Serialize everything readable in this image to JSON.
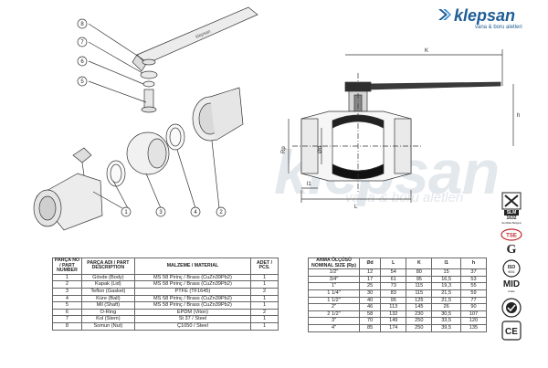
{
  "brand": {
    "name": "klepsan",
    "tagline": "vana & boru aletleri",
    "watermark": "klepsan",
    "watermark_tagline": "vana & boru aletleri",
    "color": "#1f5d96"
  },
  "callouts": [
    "8",
    "7",
    "6",
    "5",
    "1",
    "3",
    "4",
    "2"
  ],
  "dimensions": {
    "K": "K",
    "h": "h",
    "L": "L",
    "Rp": "Rp",
    "d": "Ød",
    "l1": "l1"
  },
  "parts_table": {
    "headers": [
      "PARÇA NO / PART NUMBER",
      "PARÇA ADI / PART DESCRIPTION",
      "MALZEME / MATERIAL",
      "ADET / PCS."
    ],
    "rows": [
      [
        "1",
        "Gövde (Body)",
        "MS 58 Pirinç / Brass (CuZn39Pb2)",
        "1"
      ],
      [
        "2",
        "Kapak (Lid)",
        "MS 58 Pirinç / Brass (CuZn39Pb2)",
        "1"
      ],
      [
        "3",
        "Teflon (Gasket)",
        "PTFE (TF1645)",
        "2"
      ],
      [
        "4",
        "Küre (Ball)",
        "MS 58 Pirinç / Brass (CuZn39Pb2)",
        "1"
      ],
      [
        "5",
        "Mil (Shaft)",
        "MS 58 Pirinç / Brass (CuZn39Pb2)",
        "1"
      ],
      [
        "6",
        "O-Ring",
        "EPDM (Viton)",
        "2"
      ],
      [
        "7",
        "Kol (Stem)",
        "St 37 / Steel",
        "1"
      ],
      [
        "8",
        "Somun (Nut)",
        "Ç1050 / Steel",
        "1"
      ]
    ]
  },
  "sizes_table": {
    "headers": [
      "ANMA ÖLÇÜSÜ NOMINAL SIZE (Rp)",
      "Ød",
      "L",
      "K",
      "l1",
      "h"
    ],
    "rows": [
      [
        "1/2\"",
        "12",
        "54",
        "80",
        "15",
        "37"
      ],
      [
        "3/4\"",
        "17",
        "61",
        "95",
        "16,5",
        "53"
      ],
      [
        "1\"",
        "25",
        "73",
        "115",
        "19,3",
        "55"
      ],
      [
        "1 1/4\"",
        "30",
        "83",
        "115",
        "21,5",
        "59"
      ],
      [
        "1 1/2\"",
        "40",
        "95",
        "125",
        "21,5",
        "77"
      ],
      [
        "2\"",
        "46",
        "113",
        "145",
        "26",
        "90"
      ],
      [
        "2 1/2\"",
        "58",
        "132",
        "230",
        "30,5",
        "107"
      ],
      [
        "3\"",
        "70",
        "149",
        "250",
        "33,5",
        "120"
      ],
      [
        "4\"",
        "85",
        "174",
        "250",
        "39,5",
        "135"
      ]
    ]
  },
  "certifications": {
    "slm": "SLM",
    "slm_code": "1632",
    "slm_sub": "Sertifika Belgesi",
    "tse": "TSE",
    "g": "G",
    "iso": "ISO",
    "iso_num": "9001",
    "mid": "MID",
    "mid_sub": "Kalite",
    "ce": "CE"
  }
}
